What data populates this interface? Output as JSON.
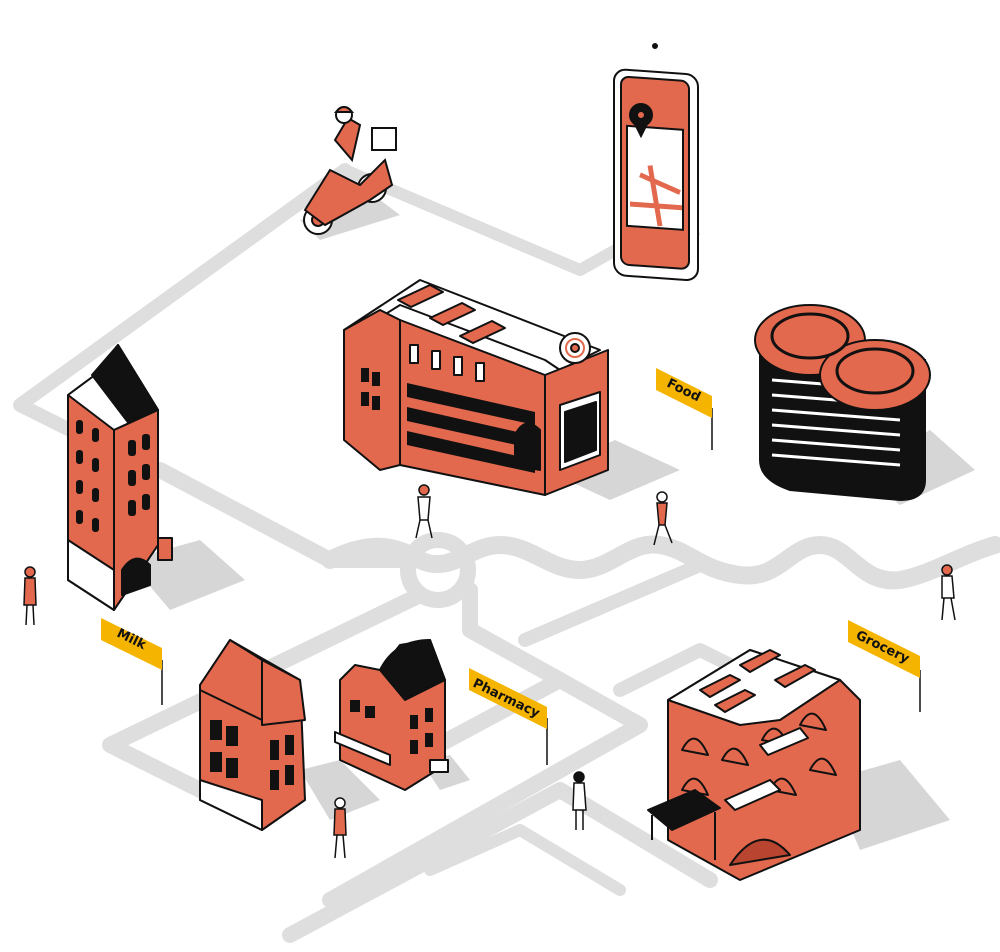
{
  "labels": {
    "food": "Food",
    "milk": "Milk",
    "pharmacy": "Pharmacy",
    "grocery": "Grocery"
  },
  "colors": {
    "brick": "#e3694e",
    "brick_dark": "#b9442f",
    "ink": "#111111",
    "road": "#dedede",
    "shadow": "#dcdcdc",
    "flag": "#f5b400",
    "white": "#ffffff"
  },
  "icons": [
    "map-pin-icon",
    "scooter-icon",
    "smartphone-icon",
    "satellite-dish-icon"
  ]
}
